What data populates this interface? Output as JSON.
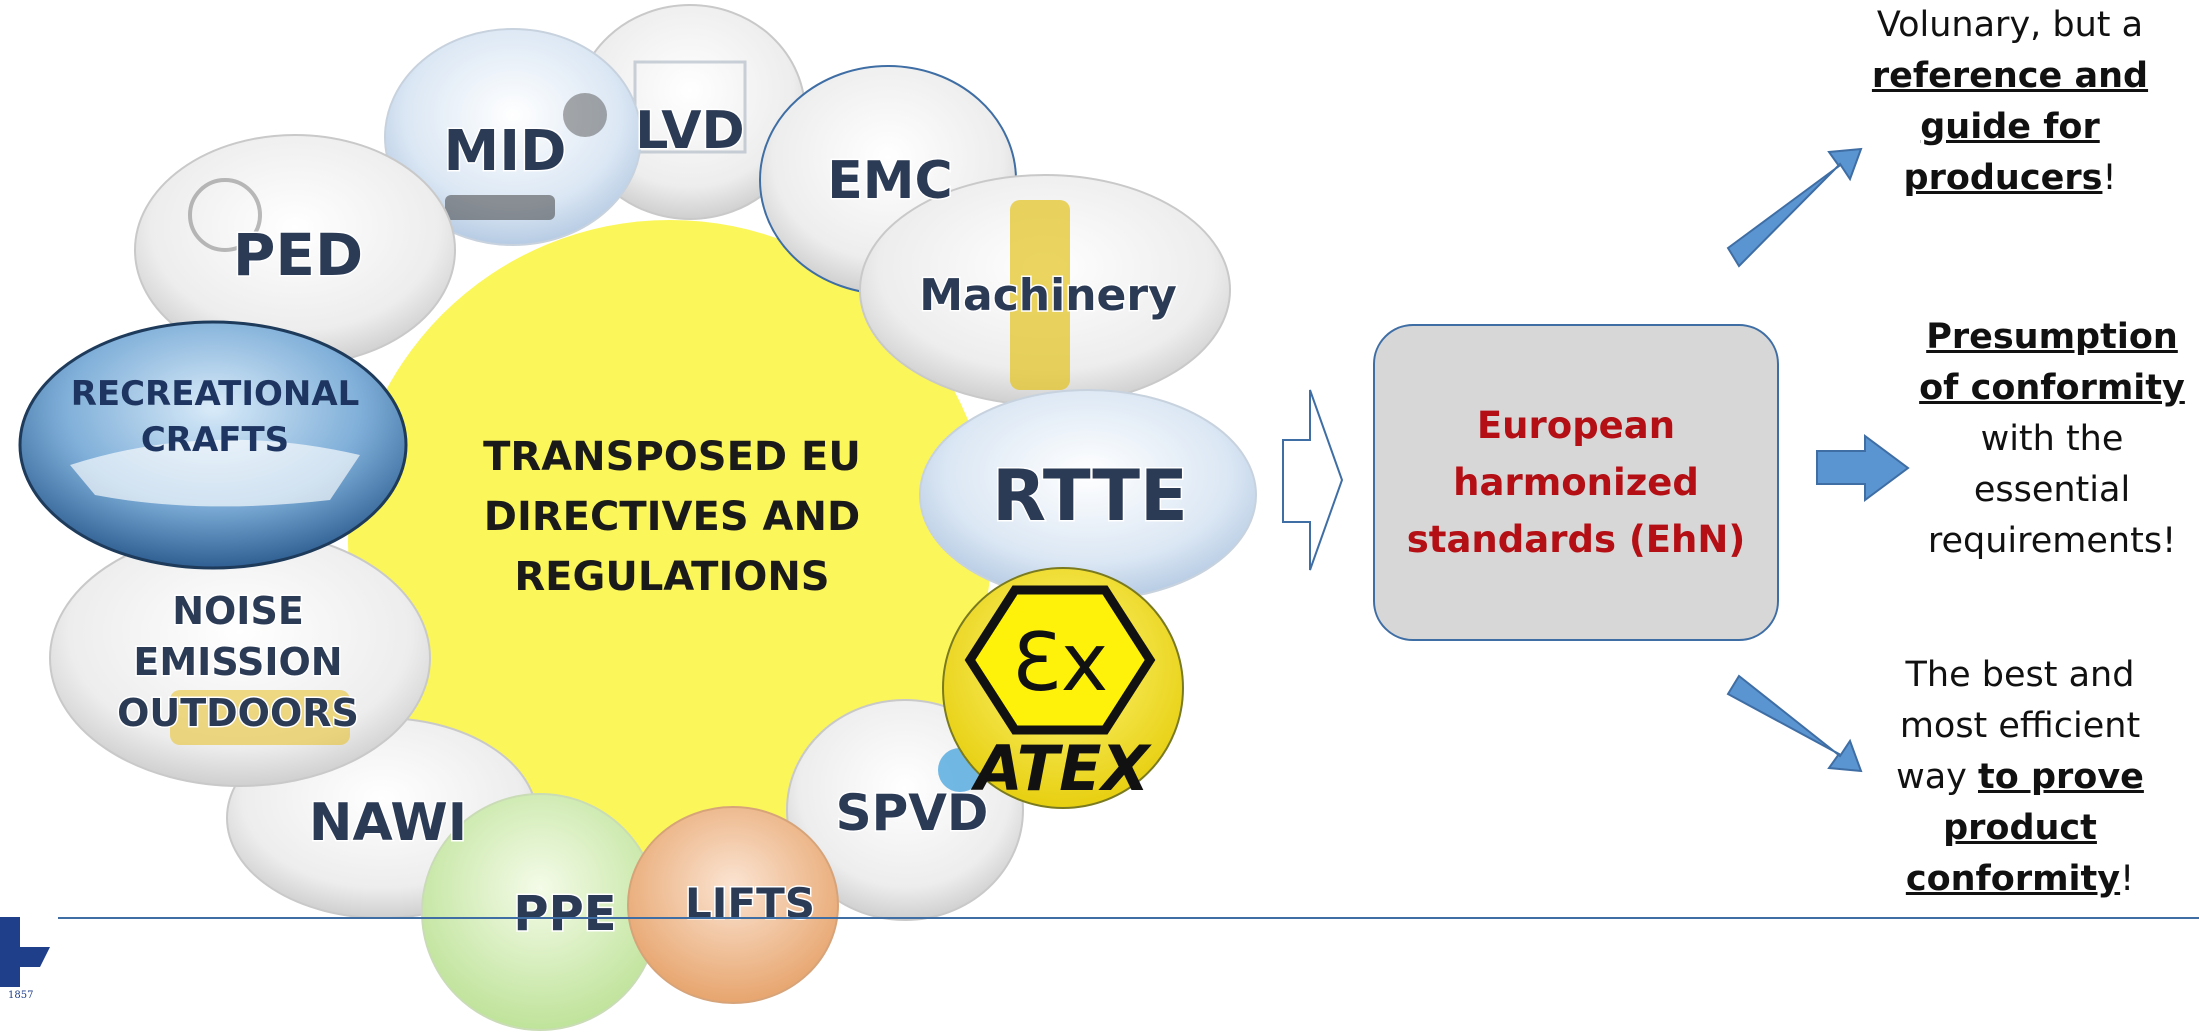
{
  "center": {
    "lines": [
      "TRANSPOSED EU",
      "DIRECTIVES AND",
      "REGULATIONS"
    ]
  },
  "bubbles": [
    {
      "id": "ped",
      "lines": [
        "PED"
      ]
    },
    {
      "id": "mid",
      "lines": [
        "MID"
      ]
    },
    {
      "id": "lvd",
      "lines": [
        "LVD"
      ]
    },
    {
      "id": "emc",
      "lines": [
        "EMC"
      ]
    },
    {
      "id": "machinery",
      "lines": [
        "Machinery"
      ]
    },
    {
      "id": "rtte",
      "lines": [
        "RTTE"
      ]
    },
    {
      "id": "atex",
      "lines": [
        "ATEX"
      ],
      "symbol": "Ɛx"
    },
    {
      "id": "spvd",
      "lines": [
        "SPVD"
      ]
    },
    {
      "id": "lifts",
      "lines": [
        "LIFTS"
      ]
    },
    {
      "id": "ppe",
      "lines": [
        "PPE"
      ]
    },
    {
      "id": "nawi",
      "lines": [
        "NAWI"
      ]
    },
    {
      "id": "noise",
      "lines": [
        "NOISE",
        "EMISSION",
        "OUTDOORS"
      ]
    },
    {
      "id": "recreational",
      "lines": [
        "RECREATIONAL",
        "CRAFTS"
      ]
    }
  ],
  "ehn_box": {
    "lines": [
      "European",
      "harmonized",
      "standards (EhN)"
    ]
  },
  "outcomes": {
    "top": {
      "plain_1": "Volunary, but a",
      "bold_1": "reference and",
      "bold_2": "guide for",
      "bold_3": "producers",
      "suffix": "!"
    },
    "middle": {
      "bold_1": "Presumption",
      "bold_2": "of conformity",
      "plain_1": "with the",
      "plain_2": "essential",
      "plain_3": "requirements!"
    },
    "bottom": {
      "plain_1": "The best and",
      "plain_2": "most efficient",
      "plain_3": "way ",
      "bold_1": "to prove",
      "bold_2": "product",
      "bold_3": "conformity",
      "suffix": "!"
    }
  },
  "logo": {
    "year": "1857"
  },
  "colors": {
    "center_fill": "#fbf65a",
    "arrow_fill": "#5b95d1",
    "box_fill": "#d7d7d7",
    "box_text": "#b40f14",
    "bubble_text": "#2b3a55",
    "line": "#3f6ea5"
  }
}
